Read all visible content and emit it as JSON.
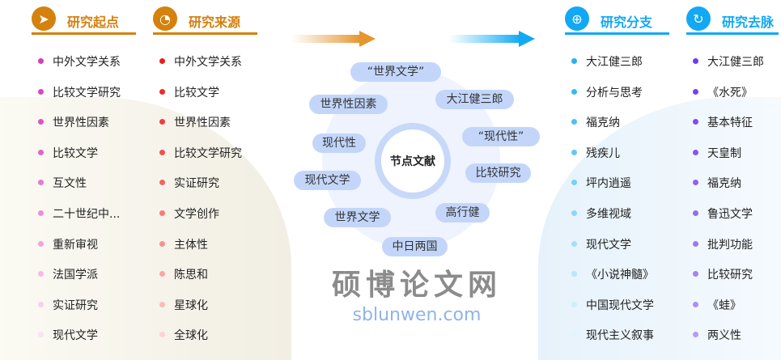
{
  "columns": [
    {
      "title": "研究起点",
      "icon": "send-icon",
      "color": "#d4810e",
      "items": [
        "中外文学关系",
        "比较文学研究",
        "世界性因素",
        "比较文学",
        "互文性",
        "二十世纪中...",
        "重新审视",
        "法国学派",
        "实证研究",
        "现代文学"
      ],
      "dots": [
        "#d63cbe",
        "#d946c2",
        "#dc52c6",
        "#e064ca",
        "#e47ad0",
        "#e890d6",
        "#eca6de",
        "#f0bce6",
        "#f4d0ee",
        "#f8e2f4"
      ]
    },
    {
      "title": "研究来源",
      "icon": "pie-chart-icon",
      "color": "#d4810e",
      "items": [
        "中外文学关系",
        "比较文学",
        "世界性因素",
        "比较文学研究",
        "实证研究",
        "文学创作",
        "主体性",
        "陈思和",
        "星球化",
        "全球化"
      ],
      "dots": [
        "#ee1c1c",
        "#f02a2a",
        "#f03c3c",
        "#f25050",
        "#f46464",
        "#f67a7a",
        "#f89090",
        "#faa6a6",
        "#fbbcbc",
        "#fdd2d2"
      ]
    },
    {
      "title": "研究分支",
      "icon": "plus-circle-icon",
      "color": "#12a8f4",
      "items": [
        "大江健三郎",
        "分析与思考",
        "福克纳",
        "残疾儿",
        "坪内逍遥",
        "多维视域",
        "现代文学",
        "《小说神髓》",
        "中国现代文学",
        "现代主义叙事"
      ],
      "dots": [
        "#29b0f0",
        "#3ab8f2",
        "#4cc0f4",
        "#60c8f5",
        "#74d0f6",
        "#8ad8f8",
        "#a0e0f9",
        "#b6e8fa",
        "#cceffc",
        "#e0f5fd"
      ]
    },
    {
      "title": "研究去脉",
      "icon": "refresh-icon",
      "color": "#12a8f4",
      "items": [
        "大江健三郎",
        "《水死》",
        "基本特征",
        "天皇制",
        "福克纳",
        "鲁迅文学",
        "批判功能",
        "比较研究",
        "《蛙》",
        "两义性"
      ],
      "dots": [
        "#6c3cf0",
        "#7442f0",
        "#7c4cf2",
        "#8456f2",
        "#8c62f4",
        "#946cf4",
        "#9c78f6",
        "#a482f6",
        "#ac8ef8",
        "#b49af8"
      ]
    }
  ],
  "center": {
    "title": "节点文献",
    "nodes": [
      "“世界文学”",
      "世界性因素",
      "大江健三郎",
      "“现代性”",
      "现代性",
      "比较研究",
      "现代文学",
      "高行健",
      "世界文学",
      "中日两国"
    ]
  },
  "watermark": {
    "cn": "硕博论文网",
    "en": "sblunwen.com"
  }
}
